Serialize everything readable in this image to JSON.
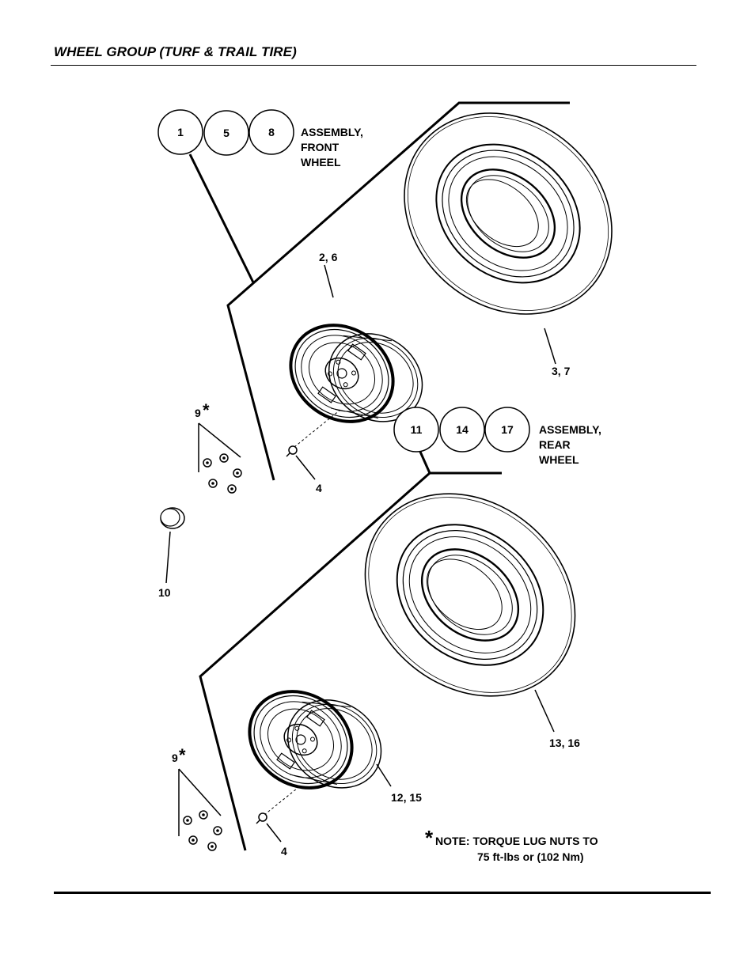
{
  "page": {
    "title": "WHEEL GROUP (TURF & TRAIL TIRE)"
  },
  "front_assembly": {
    "ref_numbers": [
      "1",
      "5",
      "8"
    ],
    "label_lines": [
      "ASSEMBLY,",
      "FRONT",
      "WHEEL"
    ]
  },
  "rear_assembly": {
    "ref_numbers": [
      "11",
      "14",
      "17"
    ],
    "label_lines": [
      "ASSEMBLY,",
      "REAR",
      "WHEEL"
    ]
  },
  "callouts": {
    "front_rim": "2, 6",
    "front_tire": "3, 7",
    "front_valve_stem": "4",
    "front_lug_nuts": "9",
    "front_lug_nuts_star": "*",
    "hub_cap": "10",
    "rear_rim": "12, 15",
    "rear_tire": "13, 16",
    "rear_valve_stem": "4",
    "rear_lug_nuts": "9",
    "rear_lug_nuts_star": "*"
  },
  "note": {
    "star": "*",
    "line1": "NOTE: TORQUE LUG NUTS TO",
    "line2": "75 ft-lbs or (102 Nm)"
  }
}
